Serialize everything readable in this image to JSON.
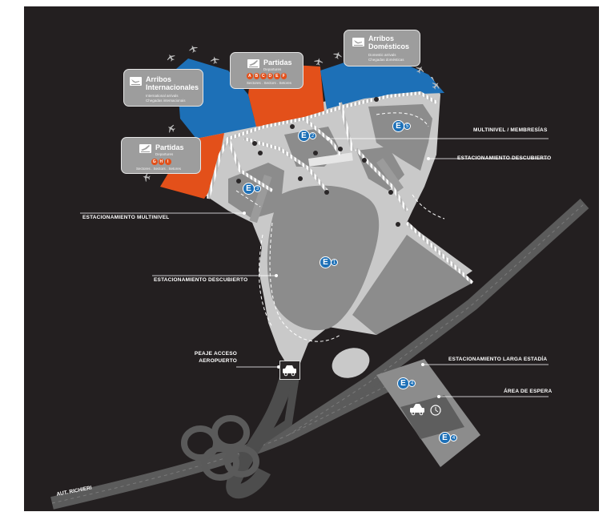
{
  "colors": {
    "background": "#231f20",
    "paved": "#c9c9c9",
    "lot": "#8c8c8c",
    "terminal_blue": "#1d70b7",
    "terminal_orange": "#e3501a",
    "badge_blue": "#1d70b7",
    "card_gray": "#9d9d9d"
  },
  "cards": {
    "arribos_internacionales": {
      "title_line1": "Arribos",
      "title_line2": "Internacionales",
      "sub_line1": "International arrivals",
      "sub_line2": "Chegadas internacionais",
      "icon": "airplane-arrival-icon"
    },
    "partidas_top": {
      "title": "Partidas",
      "sub": "Departures",
      "letters": [
        "A",
        "B",
        "C",
        "D",
        "E",
        "F"
      ],
      "sectors": "Sectores . Sectors . Setores",
      "icon": "airplane-departure-icon"
    },
    "arribos_domesticos": {
      "title_line1": "Arribos",
      "title_line2": "Domésticos",
      "sub_line1": "Domestic arrivals",
      "sub_line2": "Chegadas domésticas",
      "icon": "airplane-arrival-icon"
    },
    "partidas_left": {
      "title": "Partidas",
      "sub": "Departures",
      "letters": [
        "G",
        "H",
        "I"
      ],
      "sectors": "Sectores . Sectors . Setores",
      "icon": "airplane-departure-icon"
    }
  },
  "labels": {
    "multinivel_membresias": "MULTINIVEL / MEMBRESÍAS",
    "estacionamiento_descubierto_right": "ESTACIONAMIENTO DESCUBIERTO",
    "estacionamiento_multinivel": "ESTACIONAMIENTO MULTINIVEL",
    "estacionamiento_descubierto_left": "ESTACIONAMIENTO DESCUBIERTO",
    "peaje_line1": "PEAJE ACCESO",
    "peaje_line2": "AEROPUERTO",
    "larga_estadia": "ESTACIONAMIENTO LARGA ESTADÍA",
    "area_espera": "ÁREA DE ESPERA",
    "road": "AUT. RICHIERI"
  },
  "badges": {
    "letter": "E",
    "e1": "1",
    "e2": "2",
    "e3": "3",
    "e4_top": "4",
    "e4_bottom": "4",
    "e5": "5"
  },
  "icons": {
    "walk": "pedestrian-icon",
    "car": "car-icon",
    "clock": "clock-icon",
    "plane": "airplane-icon"
  }
}
